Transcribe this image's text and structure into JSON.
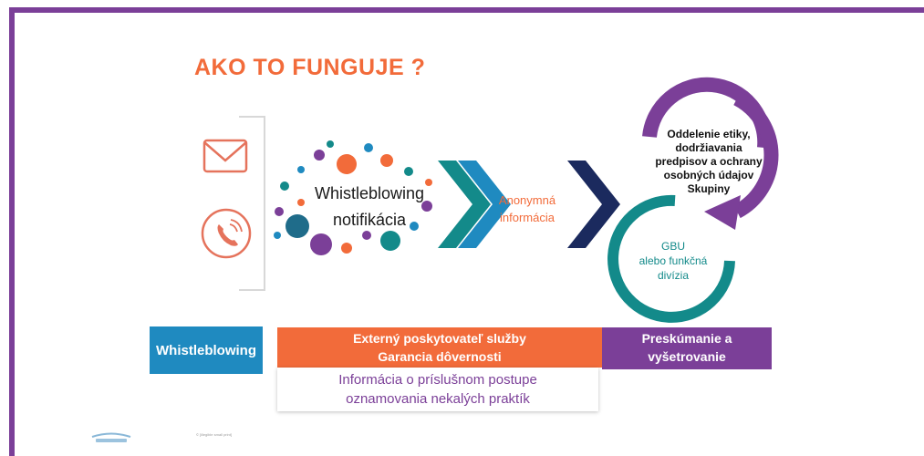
{
  "title": "AKO TO FUNGUJE ?",
  "notification_label": [
    "Whistleblowing",
    "notifikácia"
  ],
  "anonymous_label": [
    "Anonymná",
    "informácia"
  ],
  "ethics_department": [
    "Oddelenie etiky,",
    "dodržiavania",
    "predpisov a ochrany",
    "osobných údajov",
    "Skupiny"
  ],
  "gbu_label": [
    "GBU",
    "alebo funkčná",
    "divízia"
  ],
  "process_boxes": {
    "whistleblowing": "Whistleblowing",
    "external_provider": [
      "Externý poskytovateľ služby",
      "Garancia dôvernosti"
    ],
    "review": [
      "Preskúmanie a",
      "vyšetrovanie"
    ],
    "info": [
      "Informácia o príslušnom postupe",
      "oznamovania nekalých praktík"
    ]
  },
  "footer_text": "© [illegible small print]",
  "icons": {
    "channels": [
      "envelope-icon",
      "phone-icon"
    ]
  },
  "colors": {
    "purple": "#7b3f98",
    "orange": "#f26b3a",
    "blue": "#1f8ac0",
    "teal": "#138a8a",
    "navy": "#1b2a5e"
  }
}
